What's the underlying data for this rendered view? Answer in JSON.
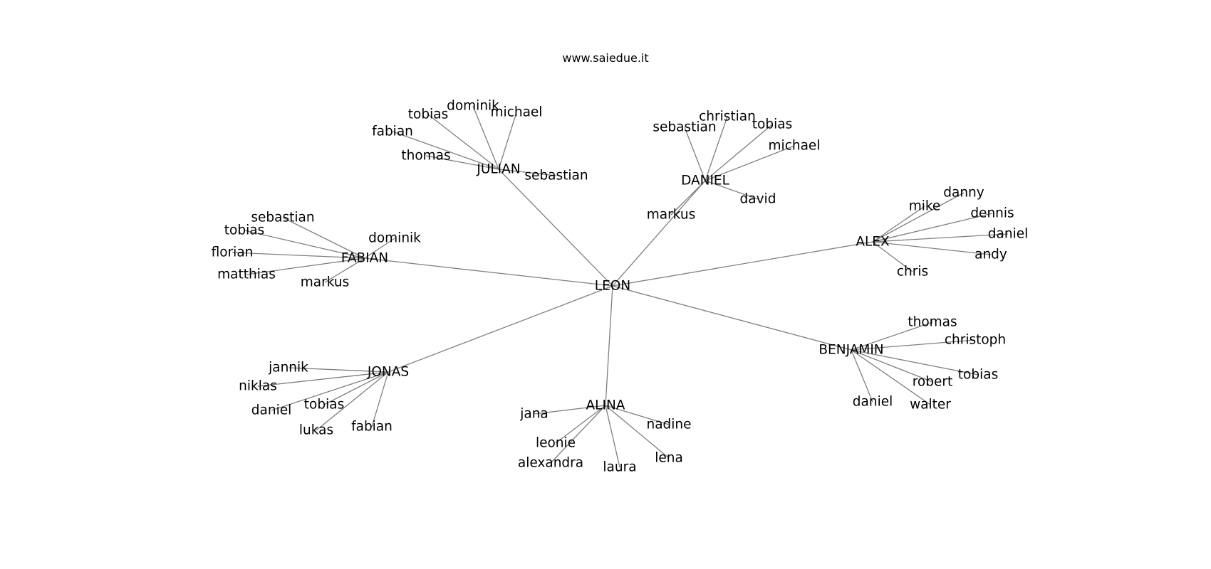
{
  "title": "www.saiedue.it",
  "graph": {
    "root": "LEON",
    "groups": [
      {
        "name": "JULIAN",
        "children": [
          "dominik",
          "tobias",
          "michael",
          "fabian",
          "thomas",
          "sebastian"
        ]
      },
      {
        "name": "DANIEL",
        "children": [
          "christian",
          "sebastian",
          "tobias",
          "michael",
          "david",
          "markus"
        ]
      },
      {
        "name": "ALEX",
        "children": [
          "danny",
          "mike",
          "dennis",
          "daniel",
          "andy",
          "chris"
        ]
      },
      {
        "name": "FABIAN",
        "children": [
          "sebastian",
          "tobias",
          "dominik",
          "florian",
          "matthias",
          "markus"
        ]
      },
      {
        "name": "BENJAMIN",
        "children": [
          "thomas",
          "christoph",
          "tobias",
          "robert",
          "daniel",
          "walter"
        ]
      },
      {
        "name": "JONAS",
        "children": [
          "jannik",
          "niklas",
          "daniel",
          "tobias",
          "lukas",
          "fabian"
        ]
      },
      {
        "name": "ALINA",
        "children": [
          "jana",
          "nadine",
          "leonie",
          "alexandra",
          "laura",
          "lena"
        ]
      }
    ]
  },
  "colors": {
    "edge": "#7f7f7f",
    "text": "#000000",
    "background": "#ffffff"
  }
}
